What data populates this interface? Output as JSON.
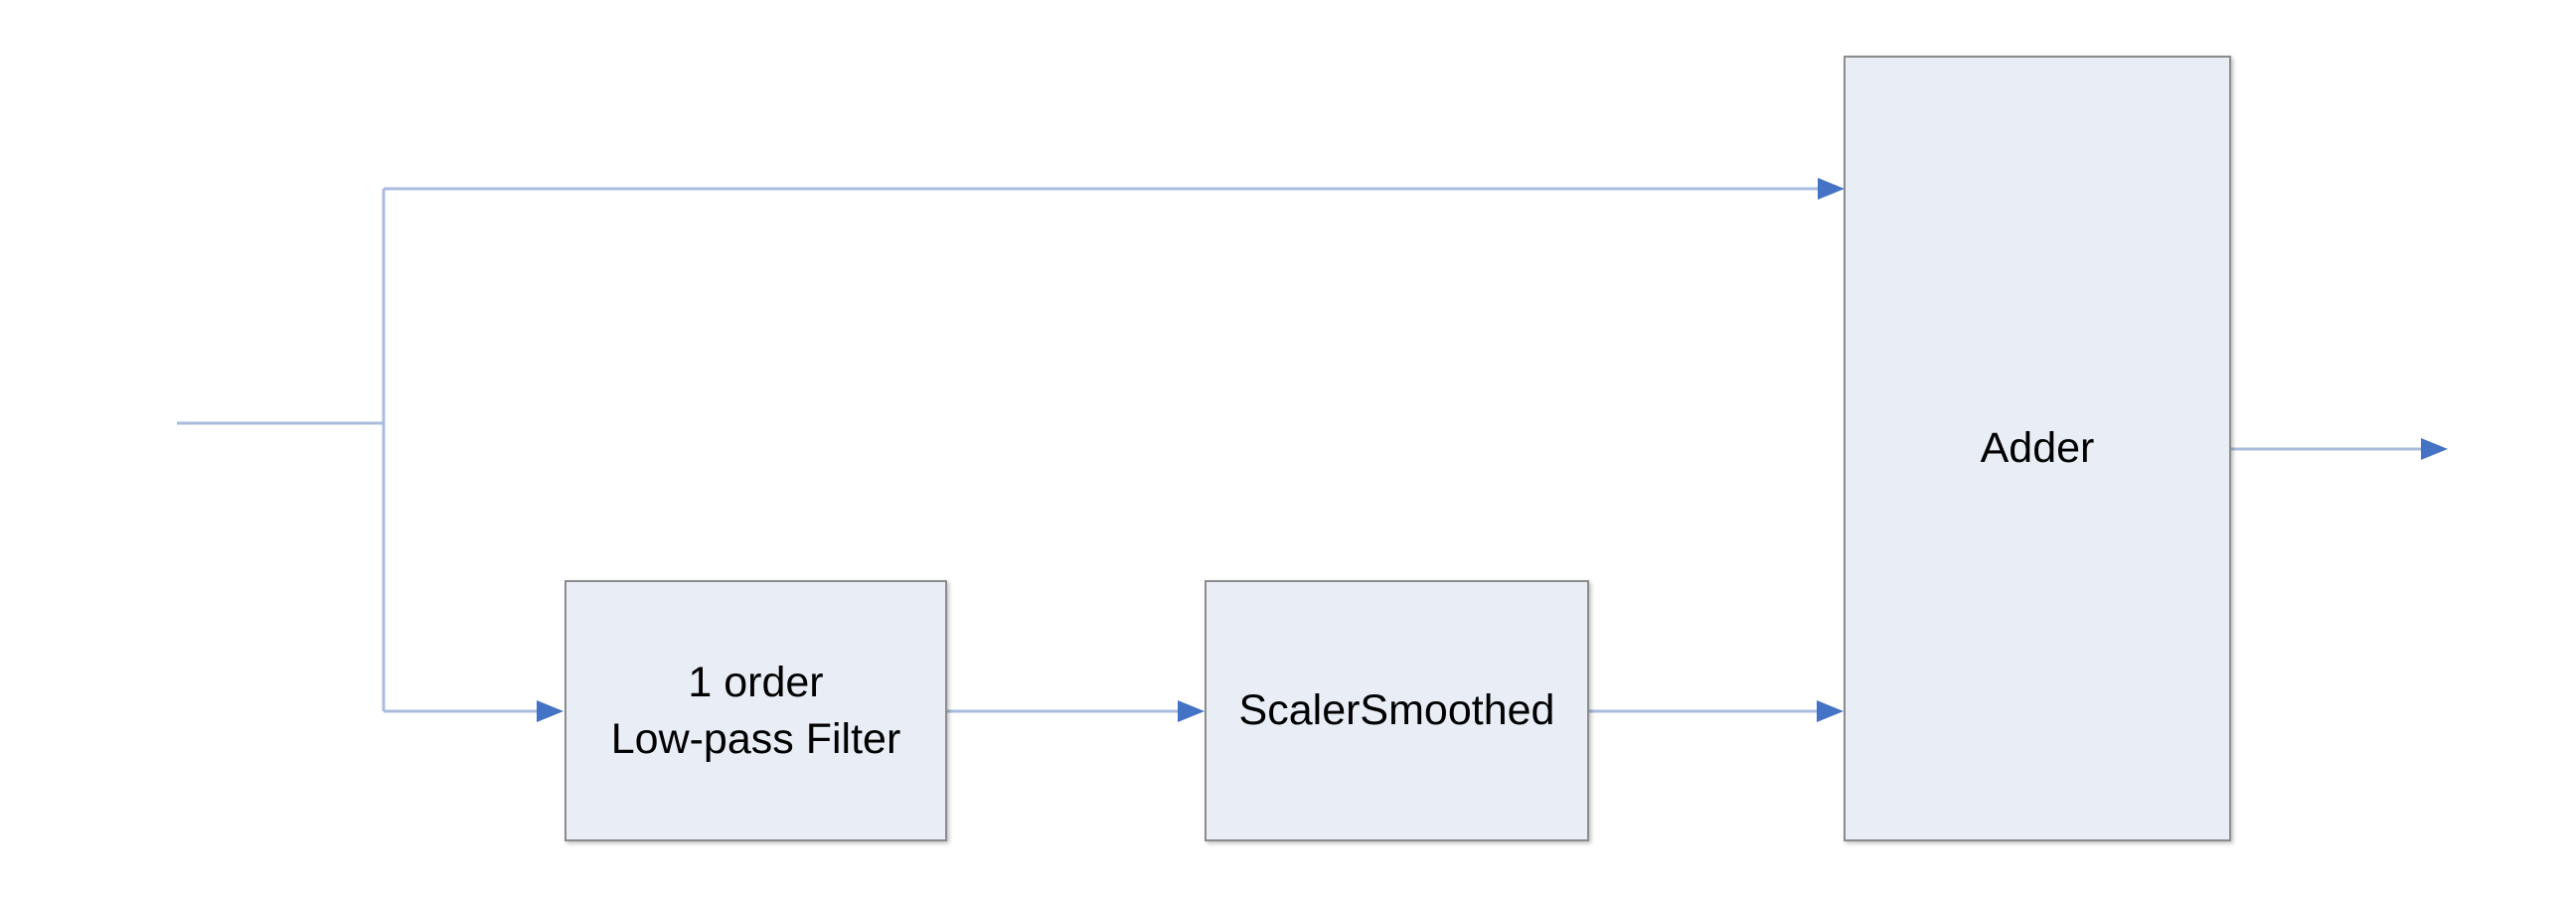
{
  "diagram": {
    "type": "block-diagram",
    "background": "#FFFFFF",
    "blocks": {
      "lowpass": {
        "label_line1": "1 order",
        "label_line2": "Low-pass Filter"
      },
      "scaler": {
        "label": "ScalerSmoothed"
      },
      "adder": {
        "label": "Adder"
      }
    },
    "edges": [
      {
        "from": "input",
        "to": "adder",
        "port": "top-input",
        "arrowhead": true
      },
      {
        "from": "input",
        "to": "lowpass",
        "arrowhead": true
      },
      {
        "from": "lowpass",
        "to": "scaler",
        "arrowhead": true
      },
      {
        "from": "scaler",
        "to": "adder",
        "port": "bottom-input",
        "arrowhead": true
      },
      {
        "from": "adder",
        "to": "output",
        "arrowhead": true
      }
    ],
    "colors": {
      "block_fill": "#E9EDF6",
      "block_border": "#8C8C8C",
      "connector_line": "#A9BCDE",
      "arrowhead": "#4472C4",
      "label_text": "#000000"
    }
  }
}
